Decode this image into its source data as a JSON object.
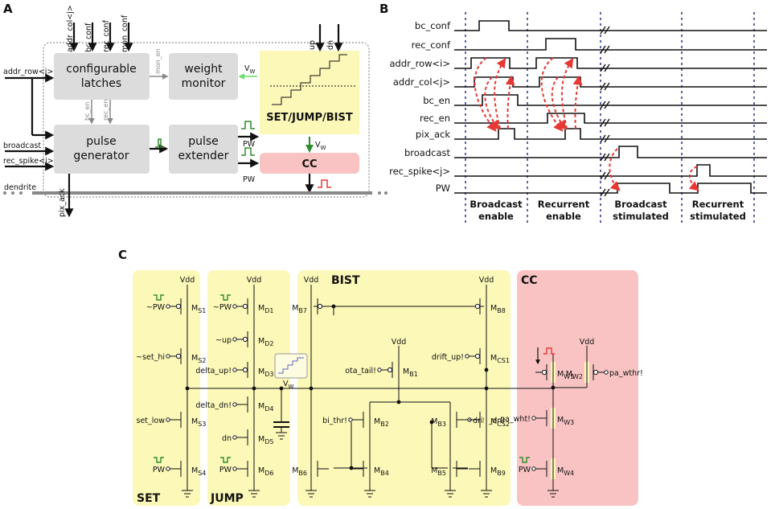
{
  "colors": {
    "grey_block": "#dcdcdc",
    "yellow": "#fcf8b8",
    "pink": "#f9c3c3",
    "green": "#2e8b2e",
    "red": "#e53935",
    "navy": "#1a237e",
    "light_green": "#66dd66"
  },
  "panel_a": {
    "label": "A",
    "top_signals": [
      "addr_col<j>",
      "bc_conf",
      "rec_conf",
      "mon_conf"
    ],
    "left_signals": [
      "addr_row<i>",
      "broadcast",
      "rec_spike<j>",
      "dendrite"
    ],
    "bottom_signal": "pix_ack",
    "latches": [
      "configurable",
      "latches"
    ],
    "monitor": [
      "weight",
      "monitor"
    ],
    "pulse_gen": [
      "pulse",
      "generator"
    ],
    "extender": [
      "pulse",
      "extender"
    ],
    "set_jump_bist": "SET/JUMP/BIST",
    "cc": "CC",
    "mon_en": "mon_en",
    "bc_en": "bc_en",
    "rec_en": "rec_en",
    "vw": "V",
    "vw_sub": "W",
    "pw": "PW",
    "up": "up",
    "dn": "dn"
  },
  "panel_b": {
    "label": "B",
    "signals": [
      "bc_conf",
      "rec_conf",
      "addr_row<i>",
      "addr_col<j>",
      "bc_en",
      "rec_en",
      "pix_ack",
      "broadcast",
      "rec_spike<j>",
      "PW"
    ],
    "phases": [
      [
        "Broadcast",
        "enable"
      ],
      [
        "Recurrent",
        "enable"
      ],
      [
        "Broadcast",
        "stimulated"
      ],
      [
        "Recurrent",
        "stimulated"
      ]
    ]
  },
  "panel_c": {
    "label": "C",
    "regions": [
      "SET",
      "JUMP",
      "BIST",
      "CC"
    ],
    "vdd": "Vdd",
    "set_inputs": [
      "~PW",
      "~set_hi",
      "set_low",
      "PW"
    ],
    "jump_inputs": [
      "~PW",
      "~up",
      "delta_up!",
      "delta_dn!",
      "dn",
      "PW"
    ],
    "bist_inputs": [
      "ota_tail!",
      "drift_up!",
      "bi_thr!",
      "drift_dn!"
    ],
    "cc_inputs": [
      "pa_wthr!",
      "pa_wht!",
      "PW"
    ],
    "vw": "V",
    "vw_sub": "W",
    "transistors": {
      "S": [
        "S1",
        "S2",
        "S3",
        "S4"
      ],
      "D": [
        "D1",
        "D2",
        "D3",
        "D4",
        "D5",
        "D6"
      ],
      "B": [
        "B7",
        "B8",
        "CS1",
        "B1",
        "B2",
        "B3",
        "CS2",
        "B6",
        "B4",
        "B5",
        "B9"
      ],
      "W": [
        "W1",
        "W2",
        "W3",
        "W4"
      ]
    }
  }
}
